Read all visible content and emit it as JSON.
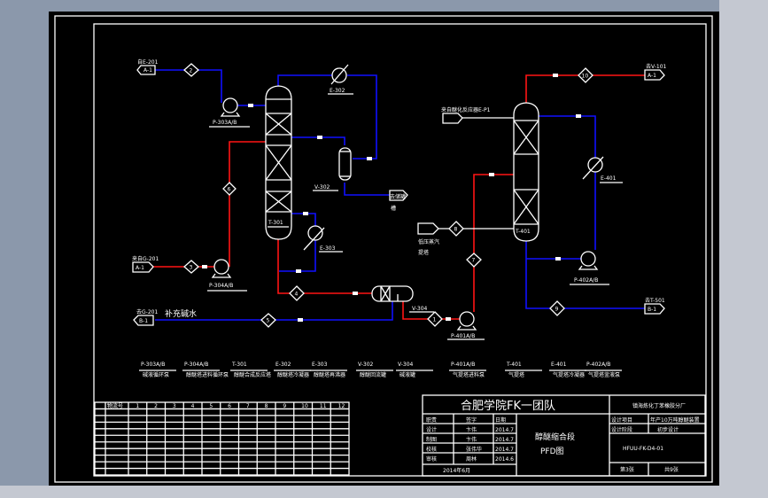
{
  "drawing": {
    "title_block": {
      "team": "合肥学院FK一团队",
      "company": "镇海炼化丁苯橡胶分厂",
      "drawing_name_line1": "醇醚缩合段",
      "drawing_name_line2": "PFD图",
      "project_label": "设计项目",
      "project_value": "年产10万吨醇醚装置",
      "stage_label": "设计阶段",
      "stage_value": "初步设计",
      "drawing_no": "HFUU-FK-D4-01",
      "sheet": "第3张",
      "total": "共9张",
      "date": "2014年6月",
      "roles": [
        {
          "role": "职责",
          "name": "签字",
          "date": "日期"
        },
        {
          "role": "设计",
          "name": "卞伟",
          "date": "2014.7"
        },
        {
          "role": "制图",
          "name": "卞伟",
          "date": "2014.7"
        },
        {
          "role": "校核",
          "name": "张伟华",
          "date": "2014.7"
        },
        {
          "role": "审核",
          "name": "周林",
          "date": "2014.6"
        }
      ]
    },
    "equipment": {
      "T301": "T-301",
      "T401": "T-401",
      "E302": "E-302",
      "E303": "E-303",
      "E401": "E-401",
      "V302": "V-302",
      "V304": "V-304",
      "P303": "P-303A/B",
      "P304": "P-304A/B",
      "P401": "P-401A/B",
      "P402": "P-402A/B"
    },
    "streams": {
      "s1": "1",
      "s2": "2",
      "s3": "3",
      "s4": "4",
      "s5": "5",
      "s6": "6",
      "s7": "7",
      "s8": "8",
      "s9": "9",
      "s10": "10"
    },
    "labels": {
      "feed_top_left": "自E-201",
      "feed_top_left_tag": "A-1",
      "feed_mid_left": "来自G-201",
      "feed_mid_left_tag": "A-1",
      "feed_bottom_left": "去G-201",
      "feed_bottom_left_tag": "B-1",
      "makeup_water": "补充碱水",
      "to_storage_line1": "去储罐",
      "to_storage_line2": "槽",
      "t401_feed": "来自醚化反应器E-P1",
      "steam_line1": "低压蒸汽",
      "steam_line2": "提塔",
      "out_top_right": "去V-101",
      "out_top_right_tag": "A-1",
      "out_bottom_right": "去T-501",
      "out_bottom_right_tag": "B-1"
    },
    "legend": [
      {
        "tag": "P-303A/B",
        "desc": "碱液循环泵"
      },
      {
        "tag": "P-304A/B",
        "desc": "醇醚塔进料循环泵"
      },
      {
        "tag": "T-301",
        "desc": "醇醚合成反应塔"
      },
      {
        "tag": "E-302",
        "desc": "醇醚塔冷凝器"
      },
      {
        "tag": "E-303",
        "desc": "醇醚塔再沸器"
      },
      {
        "tag": "V-302",
        "desc": "醇醚回流罐"
      },
      {
        "tag": "V-304",
        "desc": "碱液罐"
      },
      {
        "tag": "P-401A/B",
        "desc": "气提塔进料泵"
      },
      {
        "tag": "T-401",
        "desc": "气提塔"
      },
      {
        "tag": "E-401",
        "desc": "气提塔冷凝器"
      },
      {
        "tag": "P-402A/B",
        "desc": "气提塔釜液泵"
      }
    ],
    "stream_table": {
      "columns": [
        "物流号",
        "1",
        "2",
        "3",
        "4",
        "5",
        "6",
        "7",
        "8",
        "9",
        "10",
        "11",
        "12"
      ],
      "rows": 11
    },
    "colors": {
      "background": "#000000",
      "liquid_line": "#ff1414",
      "water_line": "#1010ff",
      "outline": "#ffffff",
      "desktop": "#8b98ab"
    }
  }
}
